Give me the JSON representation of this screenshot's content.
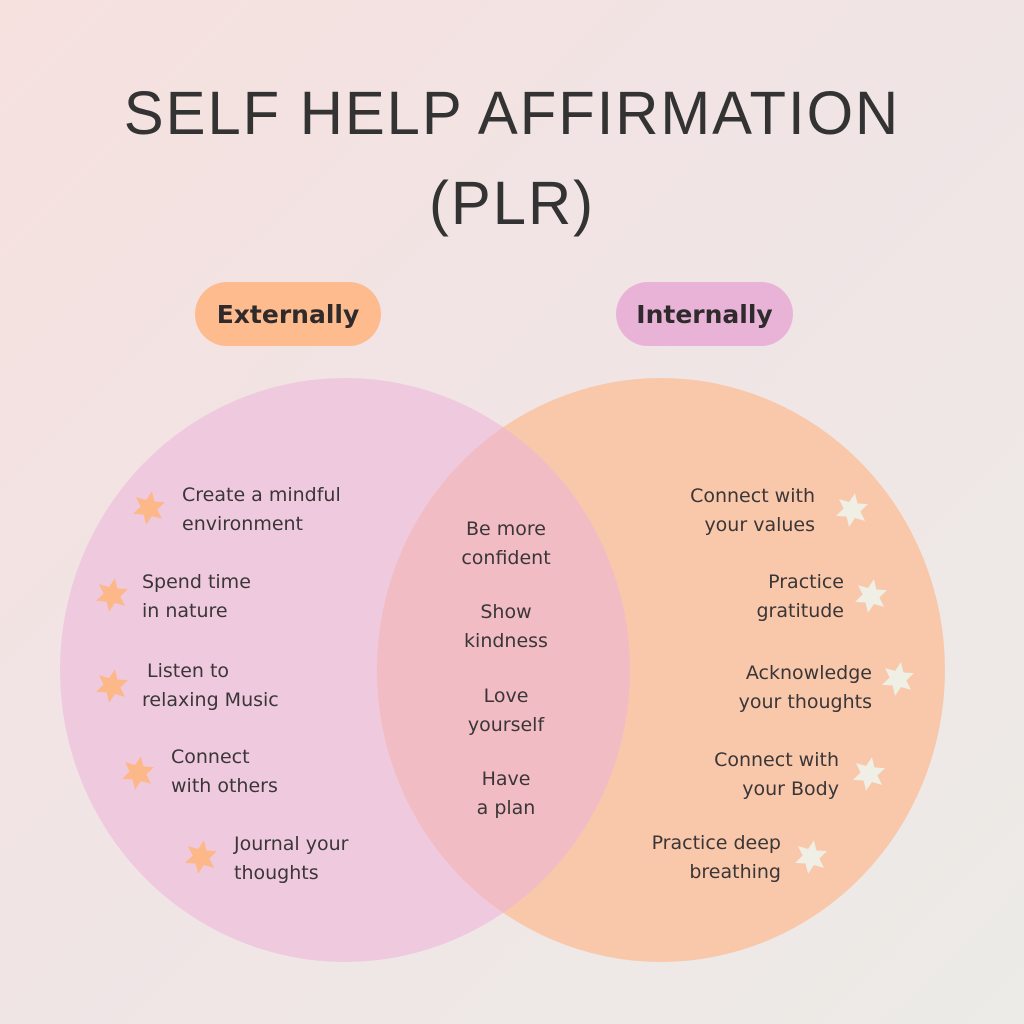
{
  "title": {
    "line1": "SELF HELP AFFIRMATION",
    "line2": "(PLR)"
  },
  "labels": {
    "externally": "Externally",
    "internally": "Internally"
  },
  "colors": {
    "external_pill": "#fdbb8e",
    "internal_pill": "#e9b3d8",
    "left_circle": "#efc9de",
    "right_circle": "#f9c8aa",
    "overlap": "#f1bcc3",
    "external_star": "#fdb88a",
    "internal_star": "#f0efe6",
    "text": "#3a3638"
  },
  "external_items": [
    {
      "line1": "Create a mindful",
      "line2": "environment",
      "icon": "star-icon"
    },
    {
      "line1": "Spend time",
      "line2": "in nature",
      "icon": "star-icon"
    },
    {
      "line1": "Listen to",
      "line2": "relaxing Music",
      "icon": "star-icon"
    },
    {
      "line1": "Connect",
      "line2": "with others",
      "icon": "star-icon"
    },
    {
      "line1": "Journal your",
      "line2": "thoughts",
      "icon": "star-icon"
    }
  ],
  "shared_items": [
    {
      "line1": "Be more",
      "line2": "confident"
    },
    {
      "line1": "Show",
      "line2": "kindness"
    },
    {
      "line1": "Love",
      "line2": "yourself"
    },
    {
      "line1": "Have",
      "line2": "a plan"
    }
  ],
  "internal_items": [
    {
      "line1": "Connect with",
      "line2": "your values",
      "icon": "star-icon"
    },
    {
      "line1": "Practice",
      "line2": "gratitude",
      "icon": "star-icon"
    },
    {
      "line1": "Acknowledge",
      "line2": "your thoughts",
      "icon": "star-icon"
    },
    {
      "line1": "Connect with",
      "line2": "your Body",
      "icon": "star-icon"
    },
    {
      "line1": "Practice deep",
      "line2": "breathing",
      "icon": "star-icon"
    }
  ]
}
